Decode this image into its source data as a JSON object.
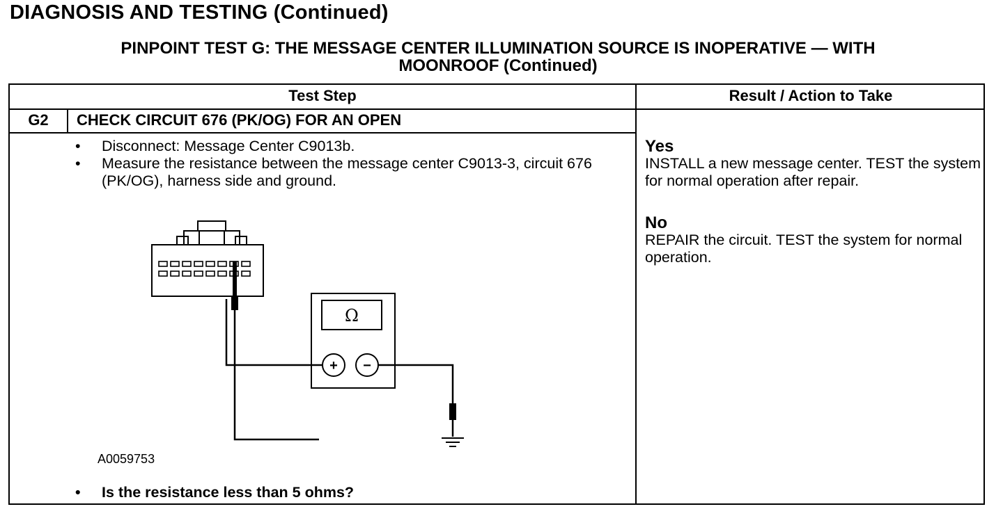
{
  "document": {
    "title": "DIAGNOSIS AND TESTING (Continued)",
    "subtitle_line1": "PINPOINT TEST  G: THE MESSAGE CENTER ILLUMINATION SOURCE IS INOPERATIVE — WITH",
    "subtitle_line2": "MOONROOF (Continued)"
  },
  "table": {
    "header_test_step": "Test Step",
    "header_result": "Result / Action to Take",
    "step_id": "G2",
    "step_title": "CHECK CIRCUIT 676 (PK/OG) FOR AN OPEN",
    "bullet_char": "•",
    "bullets": [
      "Disconnect: Message Center C9013b.",
      "Measure the resistance between the message center C9013-3, circuit 676 (PK/OG), harness side and ground."
    ],
    "figure_id": "A0059753",
    "question": "Is the resistance less than 5 ohms?",
    "results": [
      {
        "label": "Yes",
        "action": "INSTALL a new message center. TEST the system for normal operation after repair."
      },
      {
        "label": "No",
        "action": "REPAIR the circuit. TEST the system for normal operation."
      }
    ]
  },
  "diagram": {
    "meter_symbol": "Ω",
    "plus_symbol": "+",
    "minus_symbol": "−"
  }
}
